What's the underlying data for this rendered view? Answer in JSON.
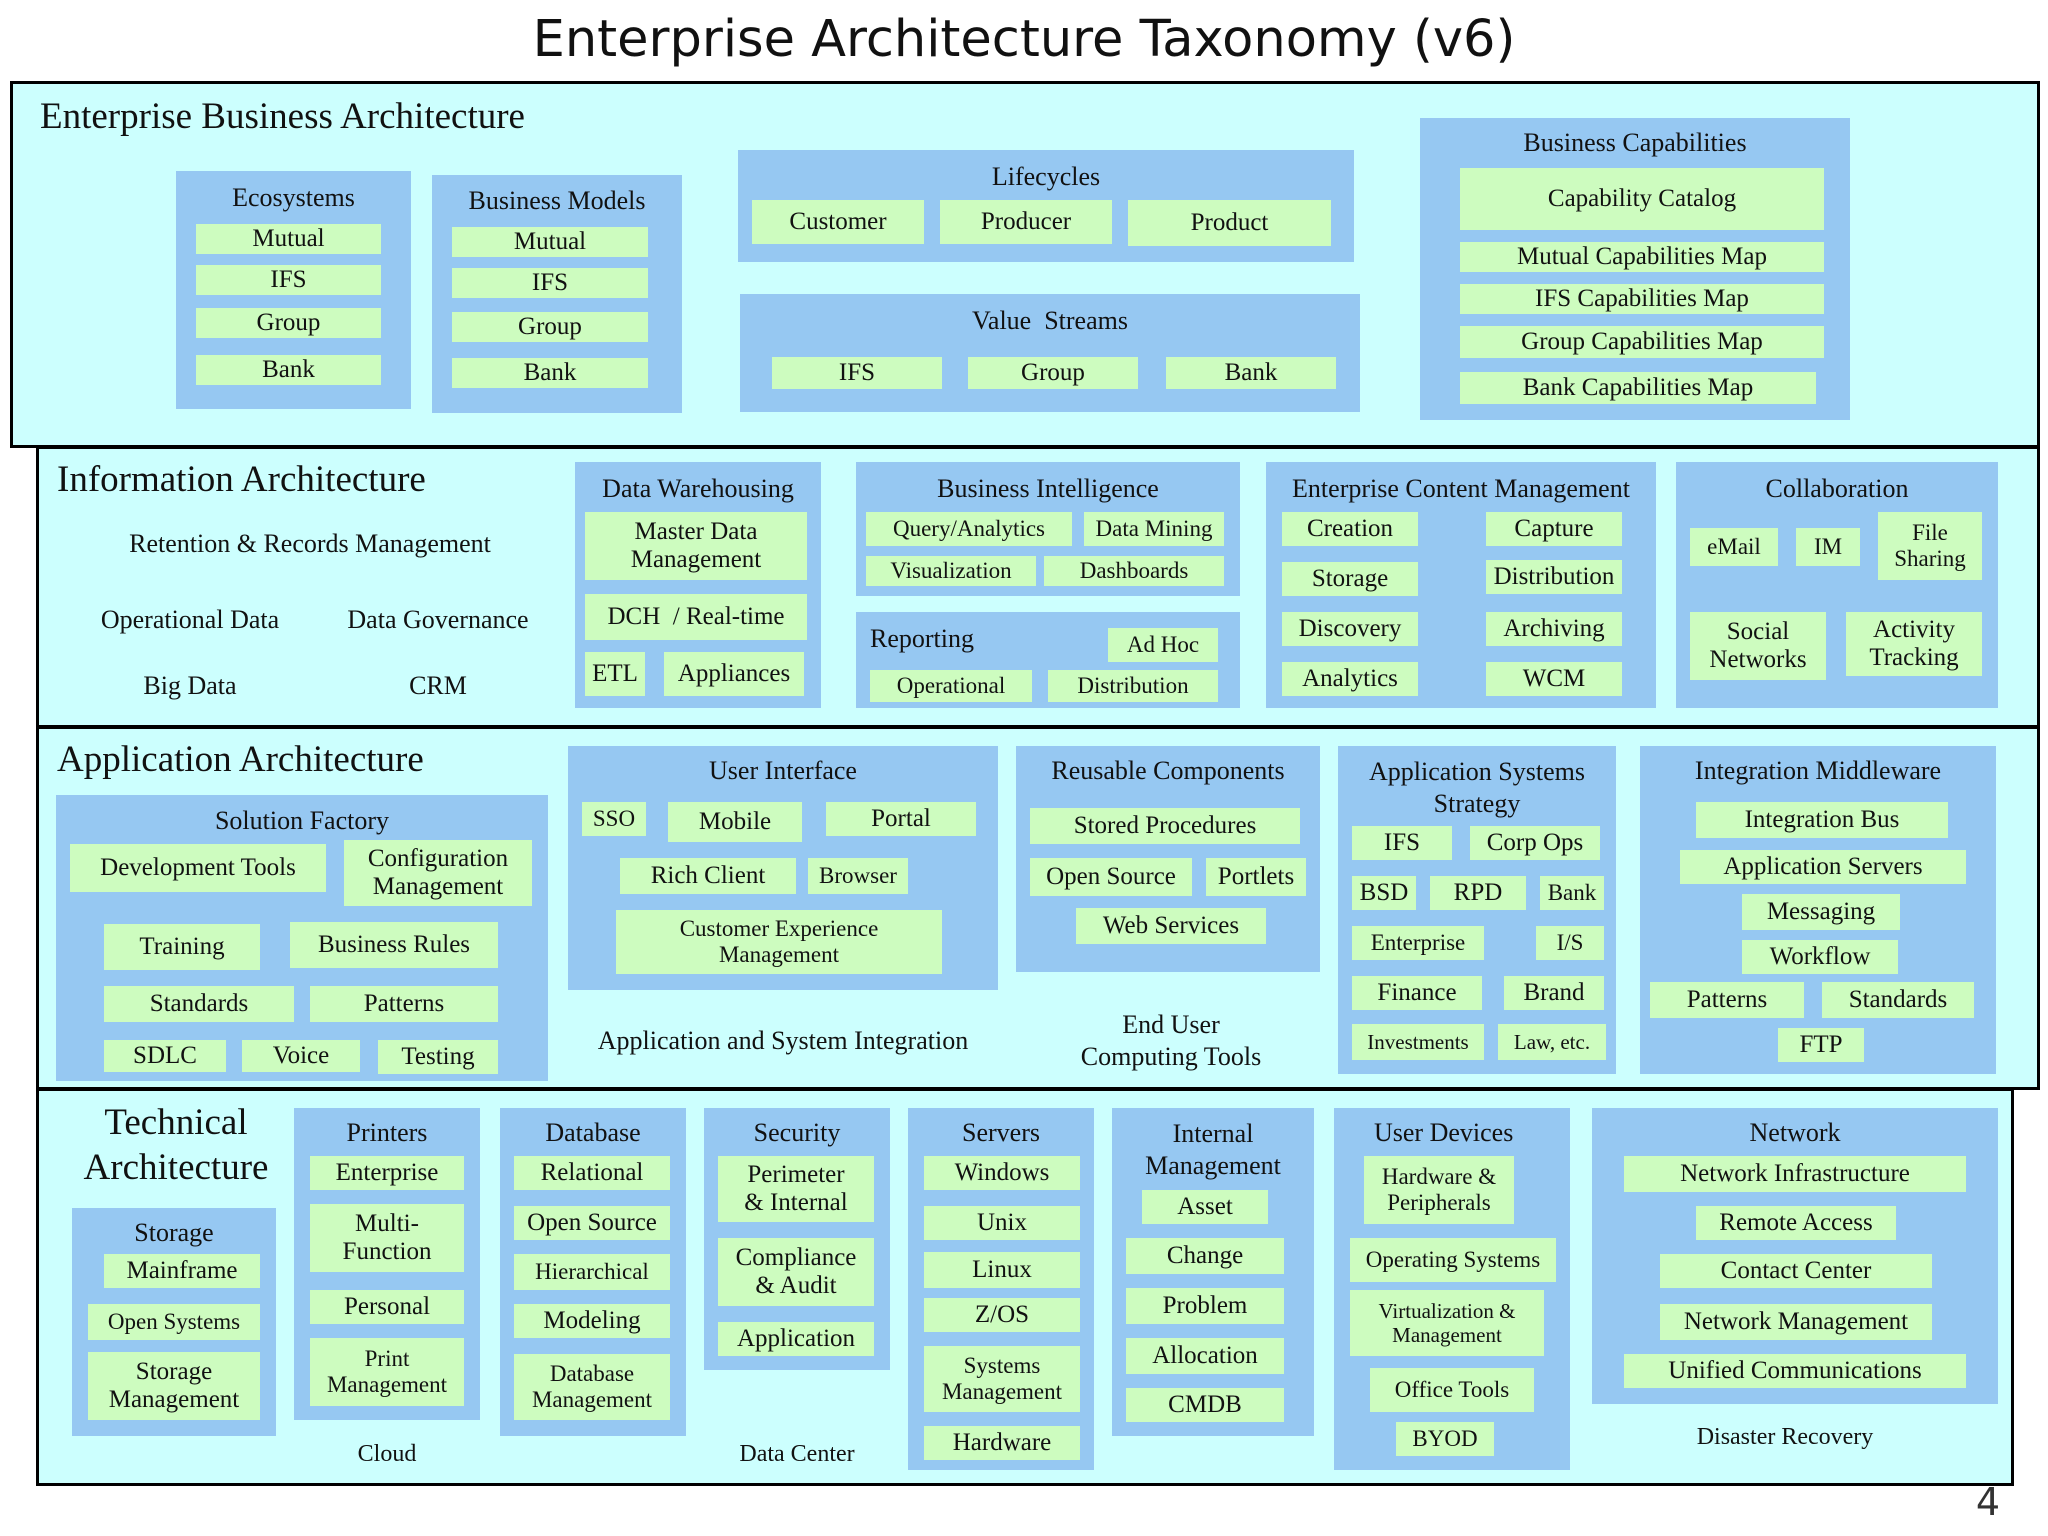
{
  "title": "Enterprise Architecture Taxonomy (v6)",
  "page_number": "4",
  "colors": {
    "layer_fill": "#ccfffe",
    "group_fill": "#96c8f2",
    "item_fill": "#cdfcbf",
    "border": "#000000"
  },
  "layers": {
    "business": {
      "label": "Enterprise Business Architecture"
    },
    "information": {
      "label": "Information Architecture"
    },
    "application": {
      "label": "Application Architecture"
    },
    "technical": {
      "label": "Technical\nArchitecture"
    }
  },
  "business": {
    "ecosystems": {
      "label": "Ecosystems",
      "items": [
        "Mutual",
        "IFS",
        "Group",
        "Bank"
      ]
    },
    "business_models": {
      "label": "Business Models",
      "items": [
        "Mutual",
        "IFS",
        "Group",
        "Bank"
      ]
    },
    "lifecycles": {
      "label": "Lifecycles",
      "items": [
        "Customer",
        "Producer",
        "Product"
      ]
    },
    "value_streams": {
      "label": "Value  Streams",
      "items": [
        "IFS",
        "Group",
        "Bank"
      ]
    },
    "business_capabilities": {
      "label": "Business Capabilities",
      "items": [
        "Capability Catalog",
        "Mutual Capabilities Map",
        "IFS Capabilities Map",
        "Group Capabilities Map",
        "Bank Capabilities Map"
      ]
    }
  },
  "information": {
    "unboxed": [
      "Retention & Records Management",
      "Operational Data",
      "Data Governance",
      "Big Data",
      "CRM"
    ],
    "data_warehousing": {
      "label": "Data Warehousing",
      "items": [
        "Master Data\nManagement",
        "DCH  / Real-time",
        "ETL",
        "Appliances"
      ]
    },
    "business_intelligence": {
      "label": "Business Intelligence",
      "items": [
        "Query/Analytics",
        "Data Mining",
        "Visualization",
        "Dashboards"
      ]
    },
    "reporting": {
      "label": "Reporting",
      "items": [
        "Ad Hoc",
        "Operational",
        "Distribution"
      ]
    },
    "ecm": {
      "label": "Enterprise Content Management",
      "items": [
        "Creation",
        "Capture",
        "Storage",
        "Distribution",
        "Discovery",
        "Archiving",
        "Analytics",
        "WCM"
      ]
    },
    "collaboration": {
      "label": "Collaboration",
      "items": [
        "eMail",
        "IM",
        "File\nSharing",
        "Social\nNetworks",
        "Activity\nTracking"
      ]
    }
  },
  "application": {
    "solution_factory": {
      "label": "Solution Factory",
      "items": [
        "Development Tools",
        "Configuration\nManagement",
        "Training",
        "Business Rules",
        "Standards",
        "Patterns",
        "SDLC",
        "Voice",
        "Testing"
      ]
    },
    "user_interface": {
      "label": "User Interface",
      "items": [
        "SSO",
        "Mobile",
        "Portal",
        "Rich Client",
        "Browser",
        "Customer Experience\nManagement"
      ]
    },
    "app_sys_integration": {
      "label": "Application and System Integration"
    },
    "reusable_components": {
      "label": "Reusable Components",
      "items": [
        "Stored Procedures",
        "Open Source",
        "Portlets",
        "Web Services"
      ]
    },
    "end_user_tools": {
      "label": "End User\nComputing Tools"
    },
    "app_systems_strategy": {
      "label": "Application Systems\nStrategy",
      "items": [
        "IFS",
        "Corp Ops",
        "BSD",
        "RPD",
        "Bank",
        "Enterprise",
        "I/S",
        "Finance",
        "Brand",
        "Investments",
        "Law, etc."
      ]
    },
    "integration_middleware": {
      "label": "Integration Middleware",
      "items": [
        "Integration Bus",
        "Application Servers",
        "Messaging",
        "Workflow",
        "Patterns",
        "Standards",
        "FTP"
      ]
    }
  },
  "technical": {
    "storage": {
      "label": "Storage",
      "items": [
        "Mainframe",
        "Open Systems",
        "Storage\nManagement"
      ]
    },
    "printers": {
      "label": "Printers",
      "items": [
        "Enterprise",
        "Multi-\nFunction",
        "Personal",
        "Print\nManagement"
      ]
    },
    "cloud": {
      "label": "Cloud"
    },
    "database": {
      "label": "Database",
      "items": [
        "Relational",
        "Open Source",
        "Hierarchical",
        "Modeling",
        "Database\nManagement"
      ]
    },
    "security": {
      "label": "Security",
      "items": [
        "Perimeter\n& Internal",
        "Compliance\n& Audit",
        "Application"
      ]
    },
    "data_center": {
      "label": "Data Center"
    },
    "servers": {
      "label": "Servers",
      "items": [
        "Windows",
        "Unix",
        "Linux",
        "Z/OS",
        "Systems\nManagement",
        "Hardware"
      ]
    },
    "internal_management": {
      "label": "Internal\nManagement",
      "items": [
        "Asset",
        "Change",
        "Problem",
        "Allocation",
        "CMDB"
      ]
    },
    "user_devices": {
      "label": "User Devices",
      "items": [
        "Hardware &\nPeripherals",
        "Operating Systems",
        "Virtualization &\nManagement",
        "Office Tools",
        "BYOD"
      ]
    },
    "network": {
      "label": "Network",
      "items": [
        "Network Infrastructure",
        "Remote Access",
        "Contact Center",
        "Network Management",
        "Unified Communications"
      ]
    },
    "disaster_recovery": {
      "label": "Disaster Recovery"
    }
  }
}
